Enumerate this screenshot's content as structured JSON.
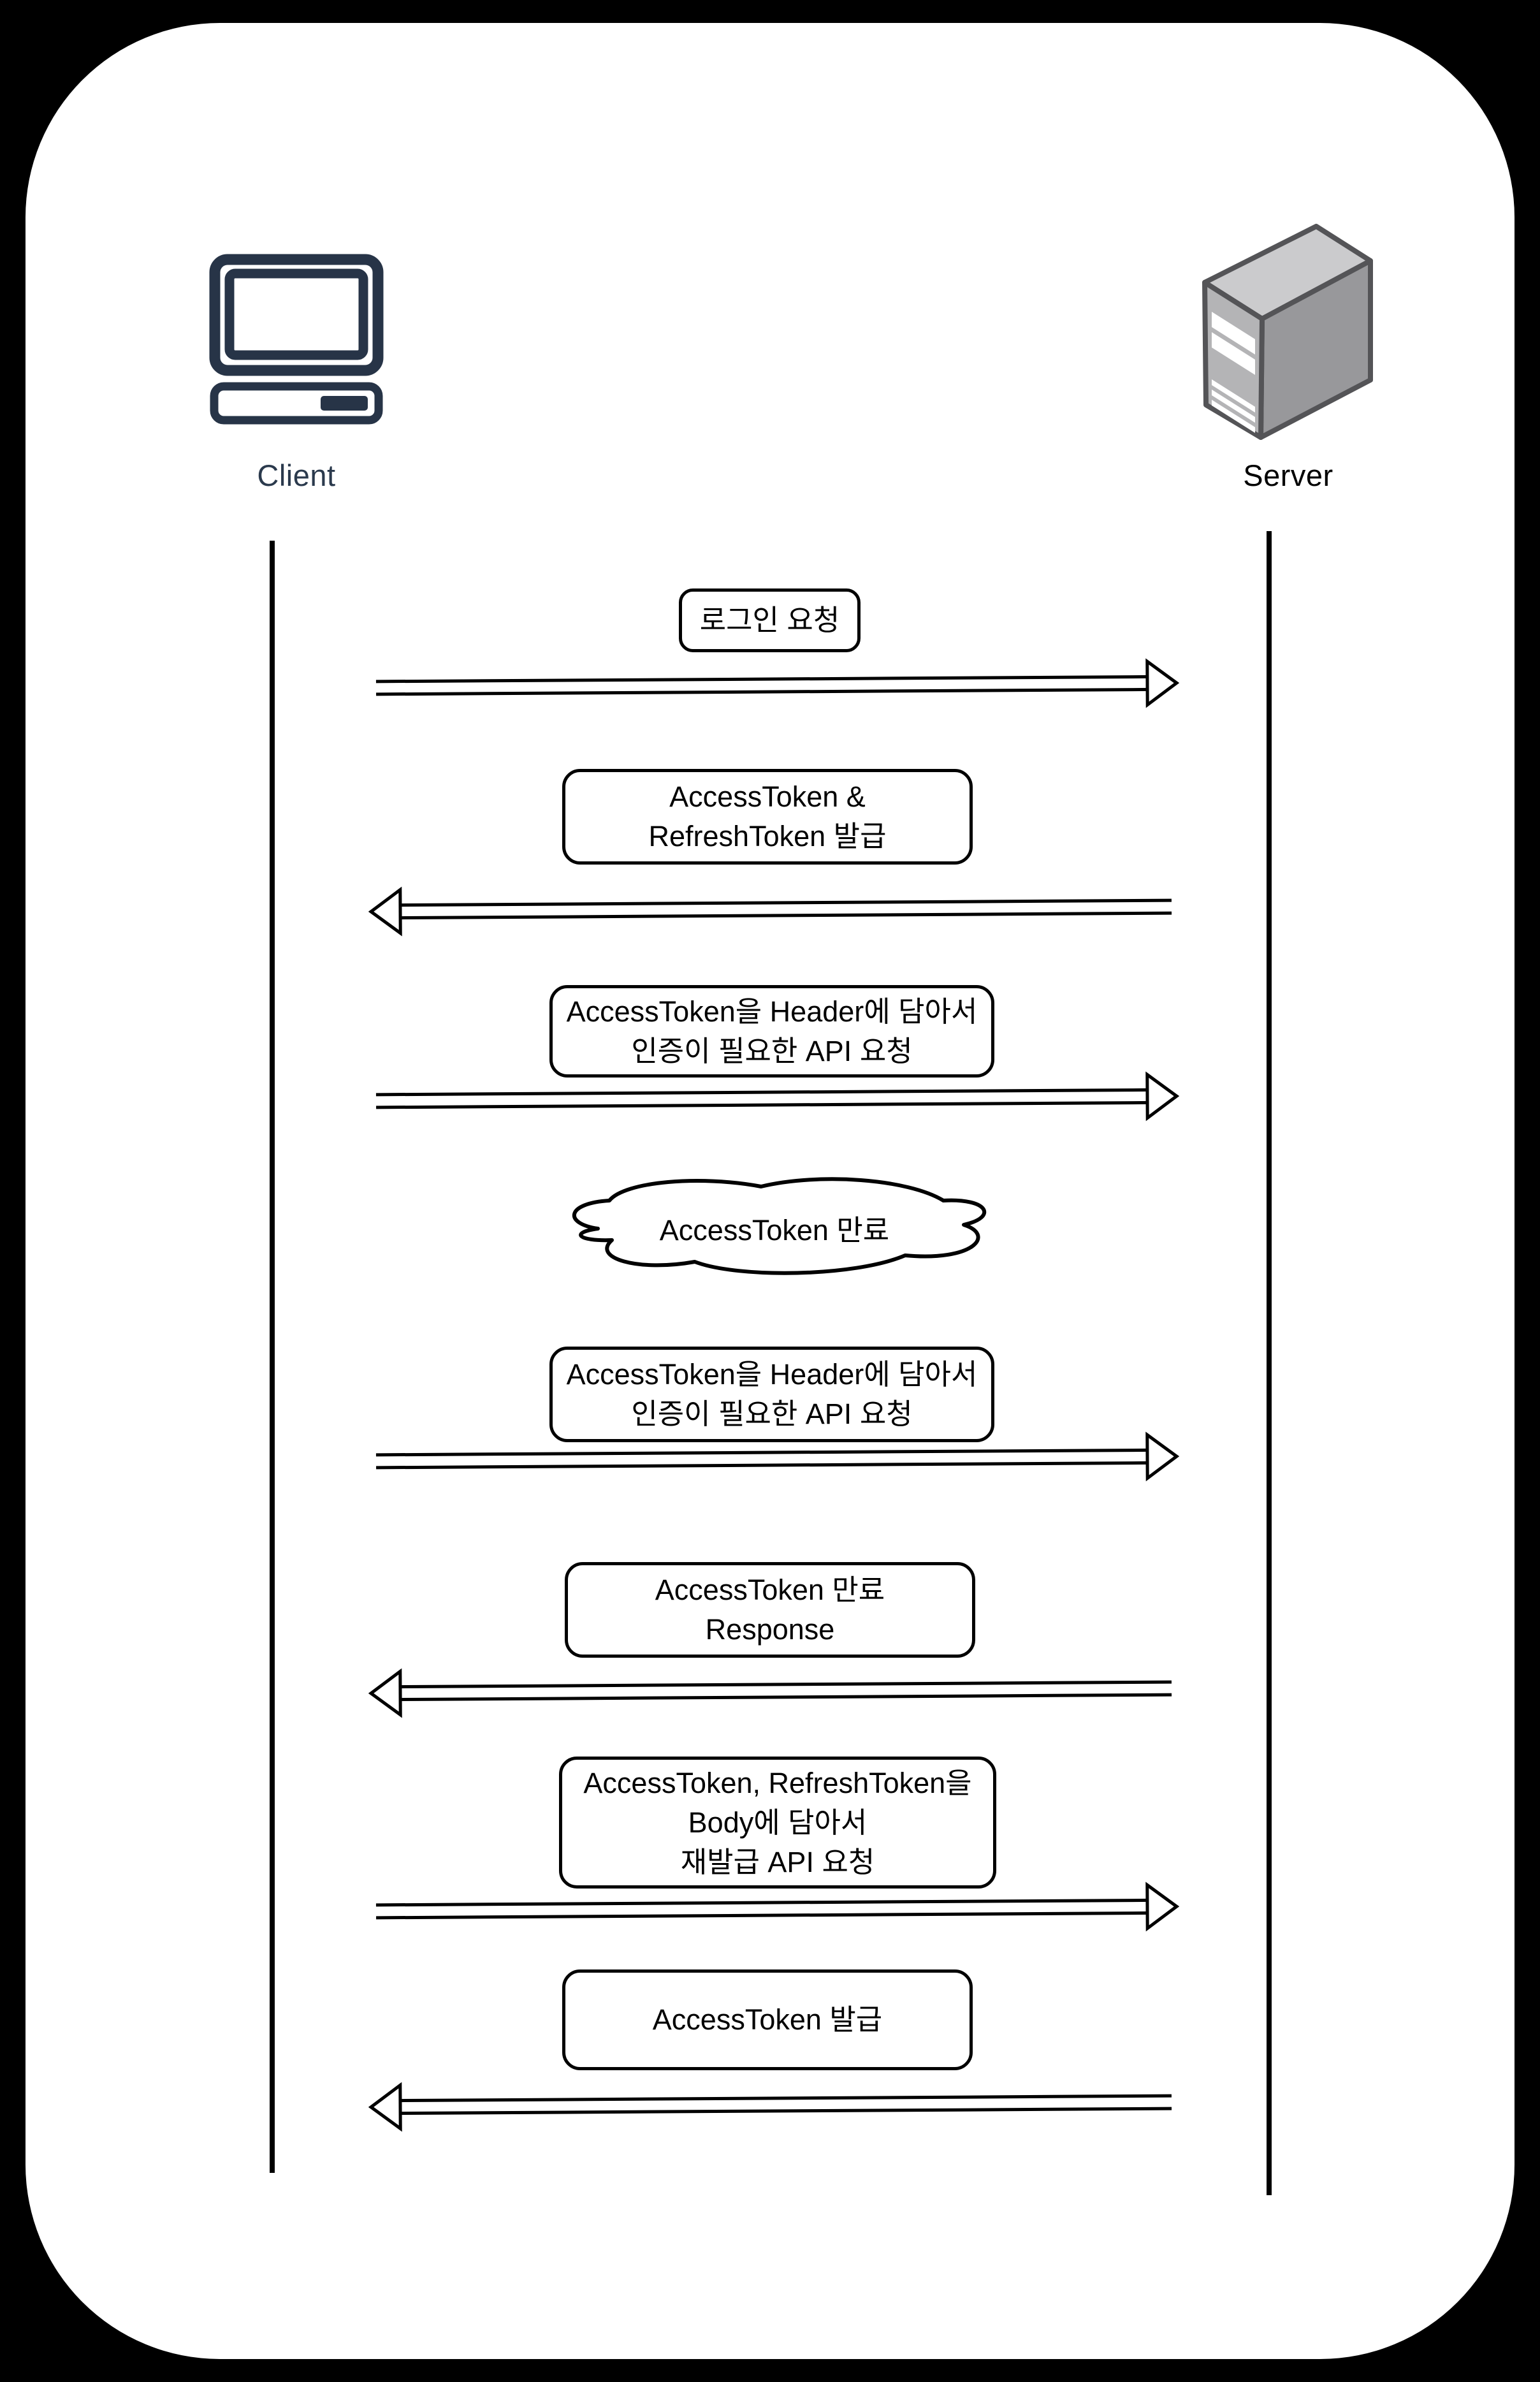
{
  "diagram_type": "sequence-diagram",
  "actors": {
    "client": {
      "label": "Client",
      "icon": "computer-icon",
      "label_color": "#2b3a4d",
      "icon_color": "#273447"
    },
    "server": {
      "label": "Server",
      "icon": "server-tower-icon",
      "label_color": "#000000",
      "icon_colors": {
        "top": "#cbcbcd",
        "side": "#98989b",
        "front": "#b4b4b6",
        "outline": "#545457",
        "slats": "#ffffff"
      }
    }
  },
  "colors": {
    "page_background": "#000000",
    "canvas_background": "#ffffff",
    "line_color": "#000000"
  },
  "messages": {
    "m1": {
      "shape": "box",
      "direction": "client→server",
      "lines": [
        "로그인 요청"
      ]
    },
    "m2": {
      "shape": "box",
      "direction": "server→client",
      "lines": [
        "AccessToken &",
        "RefreshToken 발급"
      ]
    },
    "m3": {
      "shape": "box",
      "direction": "client→server",
      "lines": [
        "AccessToken을 Header에 담아서",
        "인증이 필요한 API 요청"
      ]
    },
    "m4": {
      "shape": "cloud",
      "direction": "none",
      "lines": [
        "AccessToken 만료"
      ]
    },
    "m5": {
      "shape": "box",
      "direction": "client→server",
      "lines": [
        "AccessToken을 Header에 담아서",
        "인증이 필요한 API 요청"
      ]
    },
    "m6": {
      "shape": "box",
      "direction": "server→client",
      "lines": [
        "AccessToken 만료",
        "Response"
      ]
    },
    "m7": {
      "shape": "box",
      "direction": "client→server",
      "lines": [
        "AccessToken, RefreshToken을",
        "Body에 담아서",
        "재발급 API 요청"
      ]
    },
    "m8": {
      "shape": "box",
      "direction": "server→client",
      "lines": [
        "AccessToken 발급"
      ]
    }
  }
}
